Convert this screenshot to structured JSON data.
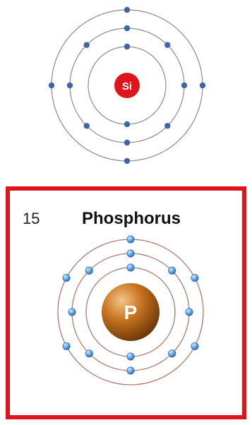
{
  "top_atom": {
    "symbol": "Si",
    "shells": [
      2,
      8,
      4
    ],
    "colors": {
      "nucleus": "#e0141b",
      "electron": "#3f65a8",
      "orbit": "#8a8a8a",
      "symbol_text": "#ffffff"
    }
  },
  "highlight_card": {
    "atomic_number": "15",
    "element_name": "Phosphorus",
    "symbol": "P",
    "shells": [
      2,
      8,
      5
    ],
    "colors": {
      "border": "#e0141b",
      "nucleus_light": "#f5c58a",
      "nucleus_mid": "#c8741f",
      "nucleus_dark": "#6a3408",
      "electron_light": "#cfe9ff",
      "electron_dark": "#1e73c8",
      "orbit": "#b07a6a",
      "symbol_text": "#ffffff"
    }
  }
}
